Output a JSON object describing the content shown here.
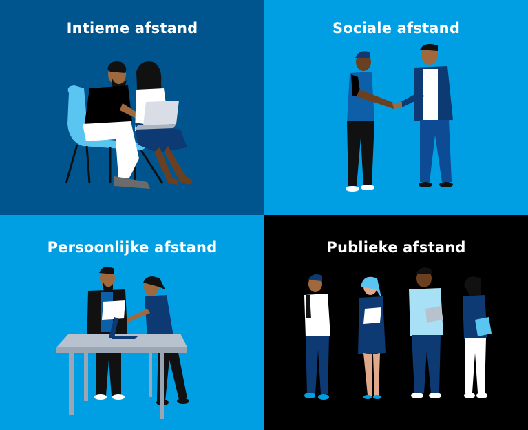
{
  "colors": {
    "dark_blue": "#00558f",
    "light_blue": "#009fe3",
    "black": "#000000",
    "navy": "#0d3a73",
    "skin_dark": "#6b4020",
    "skin_mid": "#a0683d",
    "white": "#ffffff",
    "grey": "#b8c2cf"
  },
  "panels": [
    {
      "title": "Intieme afstand",
      "background": "#00558f",
      "scene": "two-people-seated-laptop"
    },
    {
      "title": "Sociale afstand",
      "background": "#009fe3",
      "scene": "two-people-handshake"
    },
    {
      "title": "Persoonlijke afstand",
      "background": "#009fe3",
      "scene": "two-people-at-table-laptop"
    },
    {
      "title": "Publieke afstand",
      "background": "#000000",
      "scene": "four-people-standing"
    }
  ]
}
